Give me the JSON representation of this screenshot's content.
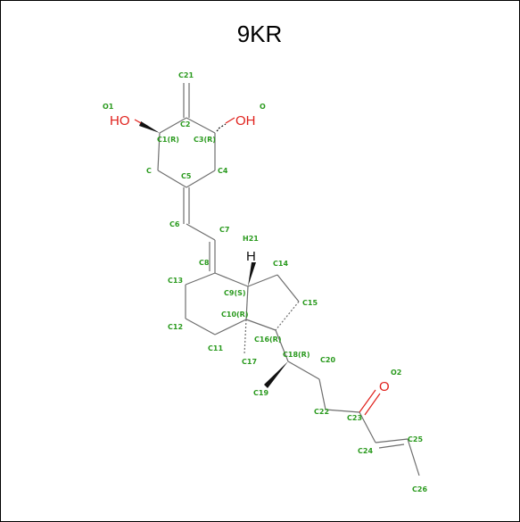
{
  "title": "9KR",
  "colors": {
    "atom_label": "#2a9a1e",
    "oxygen": "#e0201b",
    "bond": "#6e6e6e",
    "hydrogen": "#111111"
  },
  "heteroatoms": {
    "ho_left": "HO",
    "oh_right": "OH",
    "o_ketone": "O",
    "h_bridge": "H"
  },
  "atom_labels": {
    "c21": "C21",
    "o1": "O1",
    "o": "O",
    "c2": "C2",
    "c1": "C1(R)",
    "c3": "C3(R)",
    "c": "C",
    "c5": "C5",
    "c4": "C4",
    "c6": "C6",
    "c7": "C7",
    "h21": "H21",
    "c8": "C8",
    "c14": "C14",
    "c13": "C13",
    "c9": "C9(S)",
    "c15": "C15",
    "c10": "C10(R)",
    "c12": "C12",
    "c16": "C16(R)",
    "c11": "C11",
    "c17": "C17",
    "c18": "C18(R)",
    "c20": "C20",
    "o2": "O2",
    "c19": "C19",
    "c22": "C22",
    "c23": "C23",
    "c25": "C25",
    "c24": "C24",
    "c26": "C26"
  }
}
